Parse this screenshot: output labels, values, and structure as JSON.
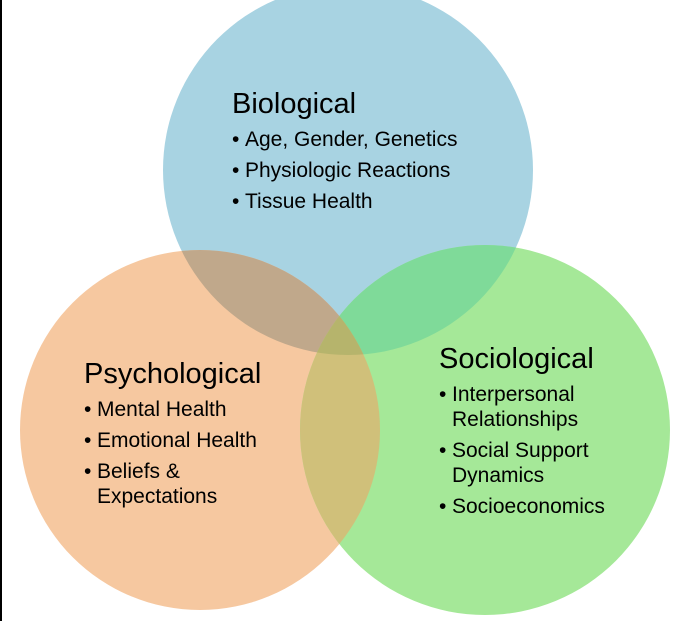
{
  "colors": {
    "biological": "#a8d3e2",
    "psychological": "#f6c8a0",
    "sociological": "#a5e898",
    "bio_psy_overlap": "#c0a88b",
    "bio_soc_overlap": "#7fda99",
    "psy_soc_overlap": "#d0c07a",
    "center_overlap": "#b6b46c"
  },
  "circles": [
    {
      "id": "biological",
      "title": "Biological",
      "items": [
        "Age, Gender, Genetics",
        "Physiologic Reactions",
        "Tissue Health"
      ]
    },
    {
      "id": "psychological",
      "title": "Psychological",
      "items": [
        "Mental Health",
        "Emotional Health",
        "Beliefs &\nExpectations"
      ]
    },
    {
      "id": "sociological",
      "title": "Sociological",
      "items": [
        "Interpersonal\nRelationships",
        "Social Support\nDynamics",
        "Socioeconomics"
      ]
    }
  ]
}
